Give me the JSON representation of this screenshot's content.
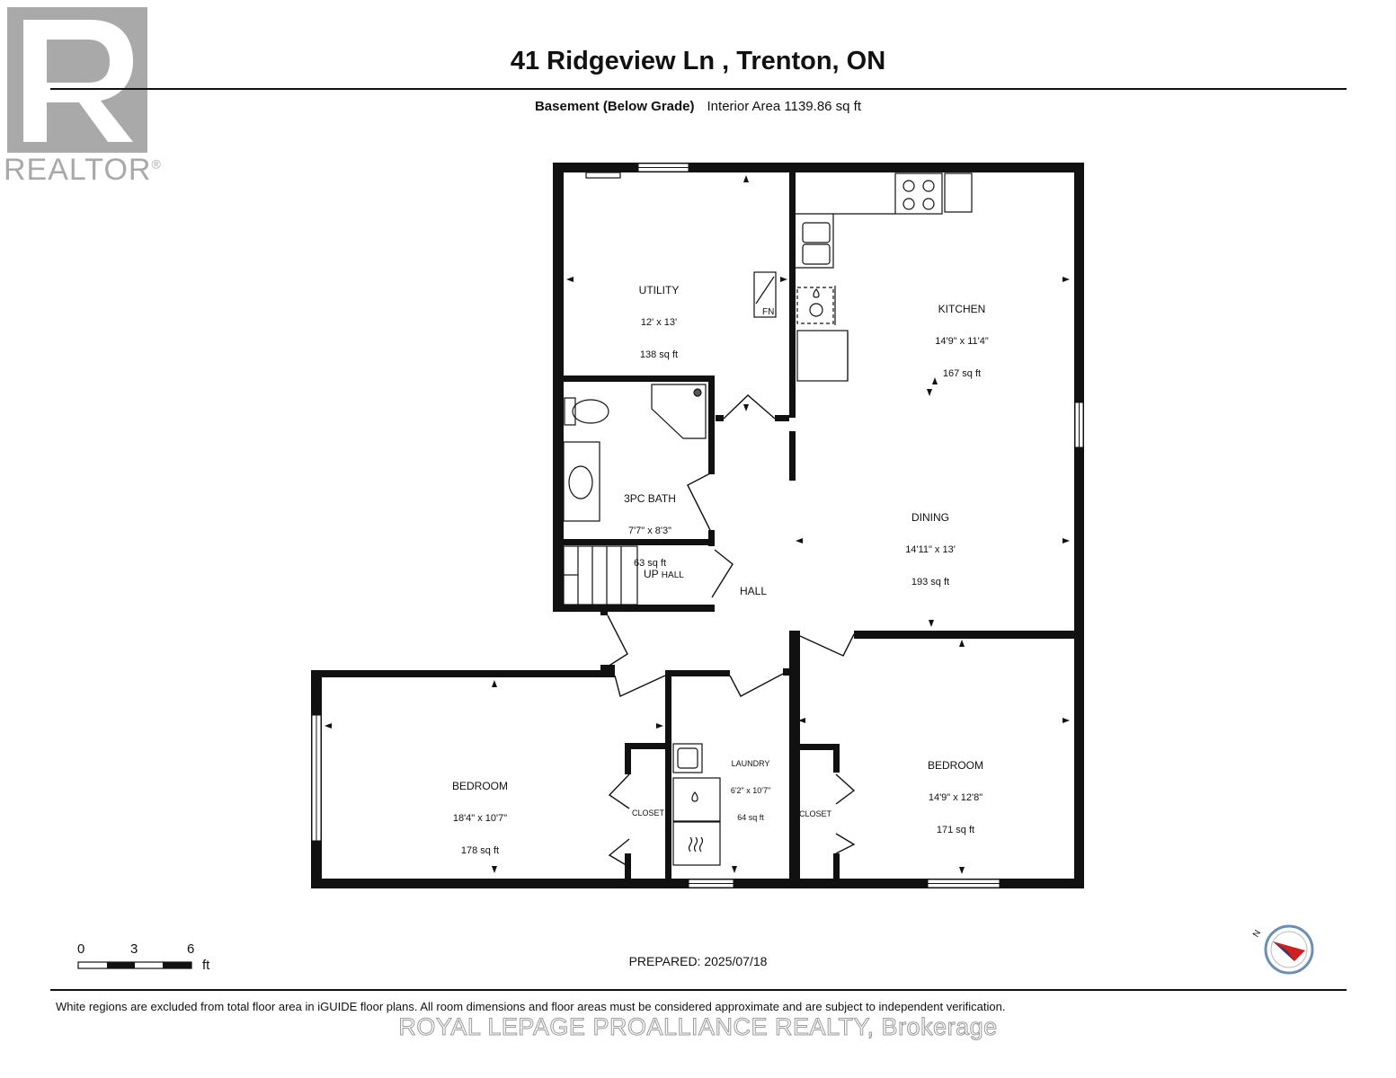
{
  "header": {
    "title": "41 Ridgeview Ln , Trenton, ON",
    "level": "Basement (Below Grade)",
    "interior_area": "Interior Area 1139.86 sq ft"
  },
  "logo": {
    "text": "REALTOR",
    "mark": "®",
    "icon": "realtor-r-logo"
  },
  "rooms": {
    "utility": {
      "name": "UTILITY",
      "dims": "12' x 13'",
      "area": "138 sq ft"
    },
    "kitchen": {
      "name": "KITCHEN",
      "dims": "14'9\" x 11'4\"",
      "area": "167 sq ft"
    },
    "bath": {
      "name": "3PC BATH",
      "dims": "7'7\" x 8'3\"",
      "area": "63 sq ft"
    },
    "dining": {
      "name": "DINING",
      "dims": "14'11\" x 13'",
      "area": "193 sq ft"
    },
    "hall_main": {
      "name": "HALL"
    },
    "stair": {
      "up": "UP",
      "hall": "HALL"
    },
    "bedroom_left": {
      "name": "BEDROOM",
      "dims": "18'4\" x 10'7\"",
      "area": "178 sq ft"
    },
    "laundry": {
      "name": "LAUNDRY",
      "dims": "6'2\" x 10'7\"",
      "area": "64 sq ft"
    },
    "bedroom_right": {
      "name": "BEDROOM",
      "dims": "14'9\" x 12'8\"",
      "area": "171 sq ft"
    },
    "closet_left": {
      "name": "CLOSET"
    },
    "closet_right": {
      "name": "CLOSET"
    },
    "furnace": {
      "name": "FN"
    }
  },
  "scale": {
    "ticks": [
      "0",
      "3",
      "6"
    ],
    "unit": "ft"
  },
  "compass": {
    "label": "N",
    "icon": "compass-icon"
  },
  "footer": {
    "prepared": "PREPARED: 2025/07/18",
    "disclaimer": "White regions are excluded from total floor area in iGUIDE floor plans. All room dimensions and floor areas must be considered approximate and are subject to independent verification.",
    "brokerage": "ROYAL LEPAGE PROALLIANCE REALTY, Brokerage"
  }
}
